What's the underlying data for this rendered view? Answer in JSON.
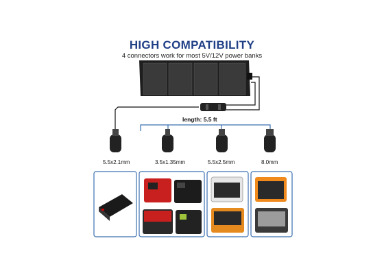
{
  "title": "HIGH COMPATIBILITY",
  "subtitle": "4 connectors work for most 5V/12V power banks",
  "length_label": "length: 5.5 ft",
  "connectors": [
    {
      "label": "5.5x2.1mm"
    },
    {
      "label": "3.5x1.35mm"
    },
    {
      "label": "5.5x2.5mm"
    },
    {
      "label": "8.0mm"
    }
  ],
  "colors": {
    "title": "#1f3f86",
    "box_border": "#3a6fb0",
    "panel": "#2a2a2a"
  }
}
